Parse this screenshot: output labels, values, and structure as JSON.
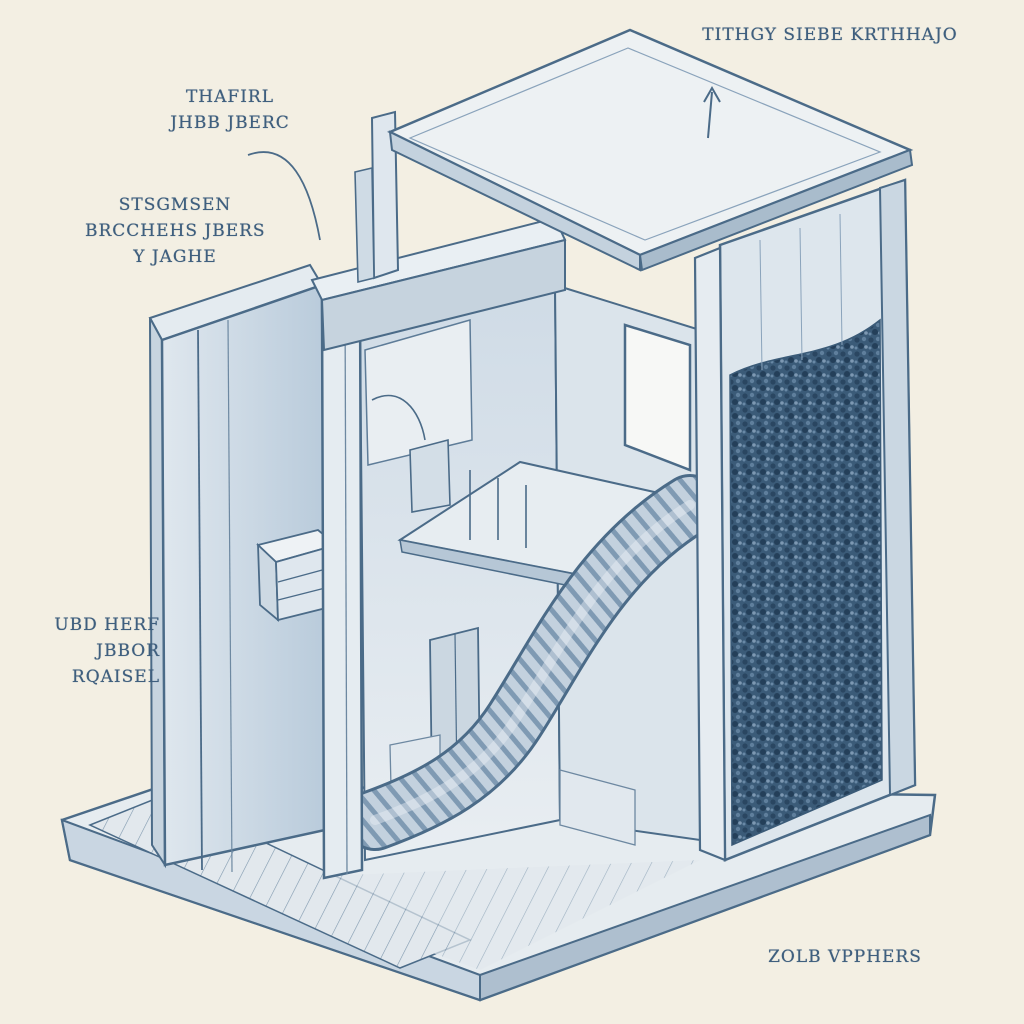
{
  "labels": {
    "top_right": [
      "TITHGY SIEBE KRTHHAJO"
    ],
    "top_left": [
      "THAFIRL",
      "JHBB JBERC"
    ],
    "mid_left": [
      "STSGMSEN",
      "BRCCHEHS JBERS",
      "Y JAGHE"
    ],
    "low_left": [
      "UBD HERF",
      "JBBOR",
      "RQAISEL"
    ],
    "bottom_right": [
      "ZOLB VPPHERS"
    ]
  },
  "colors": {
    "paper": "#f3efe3",
    "ink": "#3f5f7e",
    "ink_light": "#8aa3bb",
    "shade": "#c9d6e2",
    "shade_dark": "#5e7c98",
    "moss": "#2f4d6a"
  }
}
